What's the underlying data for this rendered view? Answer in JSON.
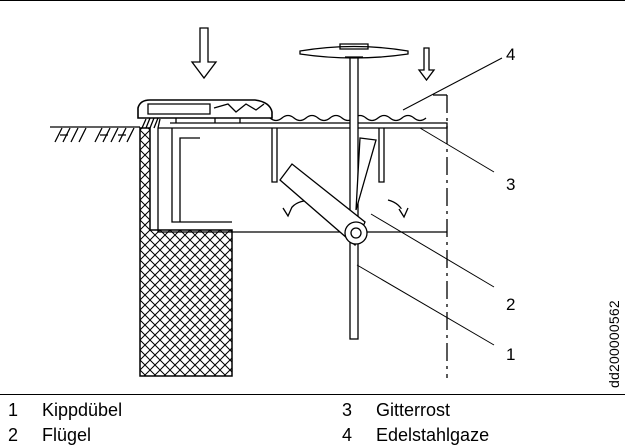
{
  "callouts": [
    "4",
    "3",
    "2",
    "1"
  ],
  "document_id": "dd200000562",
  "legend": [
    {
      "num": "1",
      "label": "Kippdübel"
    },
    {
      "num": "2",
      "label": "Flügel"
    },
    {
      "num": "3",
      "label": "Gitterrost"
    },
    {
      "num": "4",
      "label": "Edelstahlgaze"
    }
  ],
  "colors": {
    "line": "#000000",
    "background": "#ffffff"
  }
}
